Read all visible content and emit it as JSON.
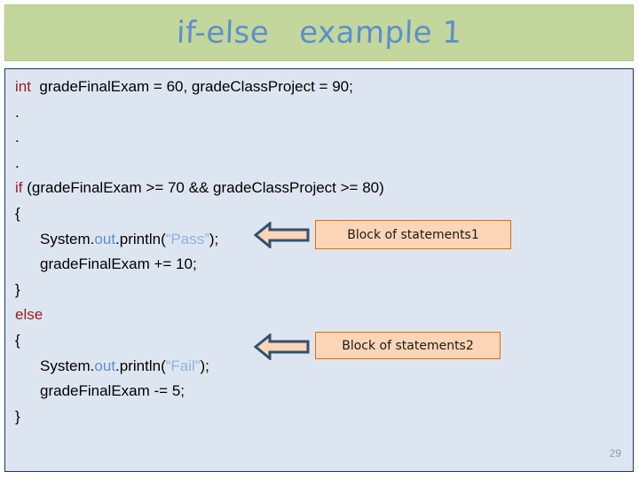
{
  "slide": {
    "title": "if-else   example 1",
    "page_number": "29"
  },
  "colors": {
    "banner_bg": "#c3d69b",
    "banner_border": "#b2c684",
    "title_text": "#5b8fd0",
    "code_panel_bg": "#dde6f0",
    "code_panel_border": "#1f3864",
    "keyword": "#9e1b28",
    "field": "#5b8fd0",
    "string": "#8db3e2",
    "callout_bg": "#fbd5b5",
    "callout_border": "#e36c0a",
    "arrow_fill": "#fbd5b5",
    "arrow_stroke": "#31506e",
    "page_number": "#8c9bab"
  },
  "code": {
    "lines": [
      {
        "id": "declaration",
        "segments": [
          {
            "text": "int",
            "style": "keyword"
          },
          {
            "text": "  gradeFinalExam = 60, gradeClassProject = 90;",
            "style": "plain"
          }
        ]
      },
      {
        "id": "ellipsis-1",
        "segments": [
          {
            "text": ".",
            "style": "plain"
          }
        ]
      },
      {
        "id": "ellipsis-2",
        "segments": [
          {
            "text": ".",
            "style": "plain"
          }
        ]
      },
      {
        "id": "ellipsis-3",
        "segments": [
          {
            "text": ".",
            "style": "plain"
          }
        ]
      },
      {
        "id": "if-condition",
        "segments": [
          {
            "text": "if",
            "style": "keyword"
          },
          {
            "text": " (gradeFinalExam >= 70 && gradeClassProject >= 80)",
            "style": "plain"
          }
        ]
      },
      {
        "id": "open-brace-if",
        "segments": [
          {
            "text": "{",
            "style": "plain"
          }
        ]
      },
      {
        "id": "println-pass",
        "indent": true,
        "segments": [
          {
            "text": "System.",
            "style": "plain"
          },
          {
            "text": "out",
            "style": "field"
          },
          {
            "text": ".println(",
            "style": "plain"
          },
          {
            "text": "“Pass”",
            "style": "string"
          },
          {
            "text": ");",
            "style": "plain"
          }
        ]
      },
      {
        "id": "increment-exam",
        "indent": true,
        "segments": [
          {
            "text": "gradeFinalExam += 10;",
            "style": "plain"
          }
        ]
      },
      {
        "id": "close-brace-if",
        "segments": [
          {
            "text": "}",
            "style": "plain"
          }
        ]
      },
      {
        "id": "else-keyword",
        "segments": [
          {
            "text": "else",
            "style": "keyword"
          }
        ]
      },
      {
        "id": "open-brace-else",
        "segments": [
          {
            "text": "{",
            "style": "plain"
          }
        ]
      },
      {
        "id": "println-fail",
        "indent": true,
        "segments": [
          {
            "text": "System.",
            "style": "plain"
          },
          {
            "text": "out",
            "style": "field"
          },
          {
            "text": ".println(",
            "style": "plain"
          },
          {
            "text": "“Fail”",
            "style": "string"
          },
          {
            "text": ");",
            "style": "plain"
          }
        ]
      },
      {
        "id": "decrement-exam",
        "indent": true,
        "segments": [
          {
            "text": "gradeFinalExam -= 5;",
            "style": "plain"
          }
        ]
      },
      {
        "id": "close-brace-else",
        "segments": [
          {
            "text": "}",
            "style": "plain"
          }
        ]
      }
    ]
  },
  "callouts": [
    {
      "id": "block-1",
      "label": "Block of statements1"
    },
    {
      "id": "block-2",
      "label": "Block of statements2"
    }
  ],
  "arrows": [
    {
      "id": "arrow-1",
      "direction": "left"
    },
    {
      "id": "arrow-2",
      "direction": "left"
    }
  ]
}
